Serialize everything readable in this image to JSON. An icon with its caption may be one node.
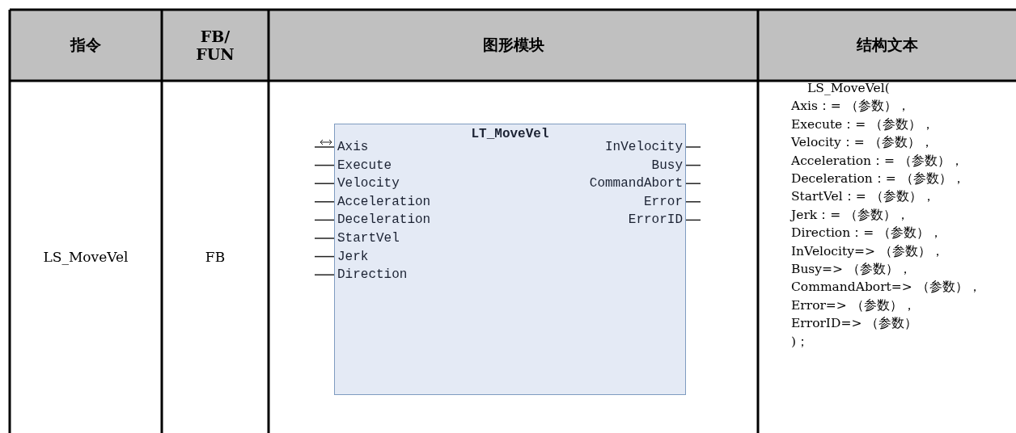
{
  "diagram": {
    "nodes": [
      {
        "text": [
          "LT_MoveVel",
          "Axis",
          "Execute",
          "Velocity",
          "Acceleration",
          "Deceleration",
          "StartVel",
          "Jerk",
          "Direction",
          "InVelocity",
          "Busy",
          "CommandAbort",
          "Error",
          "ErrorID"
        ]
      }
    ],
    "labels": [
      "指令",
      "FB/ FUN",
      "图形模块",
      "结构文本",
      "LS_MoveVel",
      "FB",
      "LS_MoveVel(",
      "Axis：= （参数），",
      "Execute：= （参数），",
      "Velocity：= （参数），",
      "Acceleration：= （参数），",
      "Deceleration：= （参数），",
      "StartVel：= （参数），",
      "Jerk：= （参数），",
      "Direction：= （参数），",
      "InVelocity=> （参数），",
      "Busy=> （参数），",
      "CommandAbort=> （参数），",
      "Error=> （参数），",
      "ErrorID=> （参数）",
      ")；"
    ]
  }
}
